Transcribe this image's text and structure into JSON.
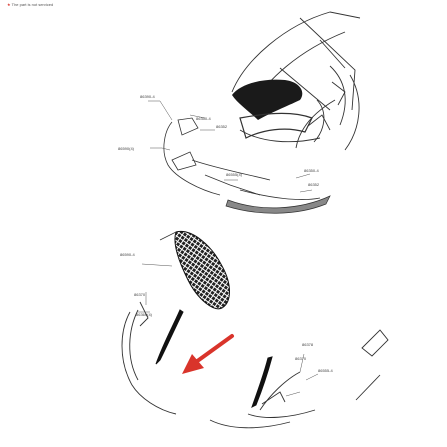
{
  "note": {
    "marker": "★",
    "text": "The part is not serviced"
  },
  "labels": {
    "l1": "86390-4",
    "l2": "86350-4",
    "l3": "86352",
    "l4": "86590(4)",
    "l5": "86350-4",
    "l6": "86352",
    "l7": "86590-4",
    "l8": "86370",
    "l9": "86360(4)",
    "l10": "86378",
    "l11": "86555-4",
    "l12": "86370",
    "l13": "86555(4)"
  },
  "colors": {
    "line": "#333333",
    "arrow": "#d9342b",
    "grille": "#222222",
    "hood": "#1a1a1a"
  },
  "icons": {
    "arrow": "red-arrow-icon"
  }
}
